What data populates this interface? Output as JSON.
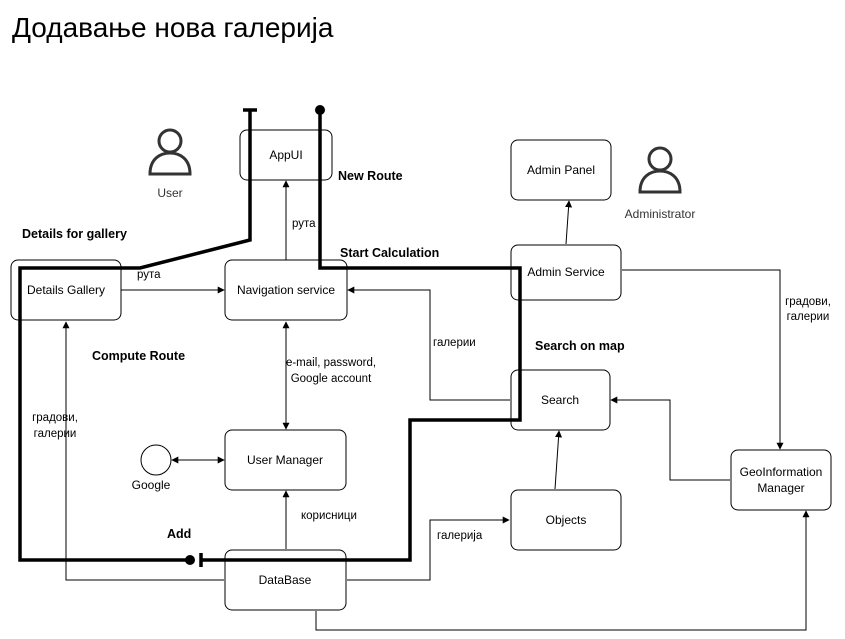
{
  "title": "Додавање нова галерија",
  "nodes": {
    "app_ui": "AppUI",
    "details_gallery": "Details Gallery",
    "navigation_service": "Navigation service",
    "admin_panel": "Admin Panel",
    "admin_service": "Admin Service",
    "search": "Search",
    "user_manager": "User Manager",
    "objects": "Objects",
    "geoinformation_manager": [
      "GeoInformation",
      "Manager"
    ],
    "database": "DataBase",
    "google": "Google"
  },
  "actors": {
    "user": "User",
    "administrator": "Administrator"
  },
  "edge_labels": {
    "nav_to_appui": "рута",
    "details_to_nav": "рута",
    "search_to_nav": "галерии",
    "nav_user_manager": [
      "e-mail, password,",
      "Google account"
    ],
    "db_to_user_manager": "корисници",
    "db_to_objects": "галерија",
    "db_to_details": [
      "градови,",
      "галерии"
    ],
    "admin_to_geo": [
      "градови,",
      "галерии"
    ]
  },
  "route_steps": {
    "new_route": "New Route",
    "start_calculation": "Start Calculation",
    "details_for_gallery": "Details for gallery",
    "compute_route": "Compute Route",
    "search_on_map": "Search on map",
    "add": "Add"
  }
}
